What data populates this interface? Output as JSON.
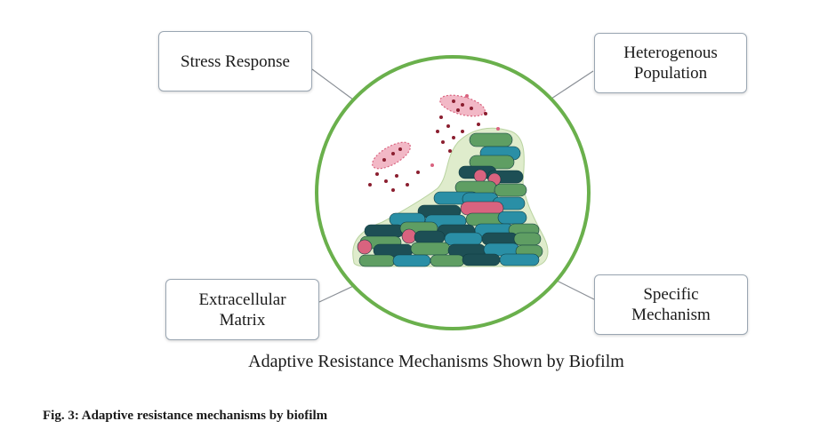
{
  "mechanisms": {
    "stress_response": "Stress Response",
    "heterogenous_population": "Heterogenous\nPopulation",
    "extracellular_matrix": "Extracellular\nMatrix",
    "specific_mechanism": "Specific\nMechanism"
  },
  "diagram_title": "Adaptive Resistance Mechanisms Shown by Biofilm",
  "figure_caption": "Fig. 3: Adaptive resistance mechanisms by biofilm",
  "colors": {
    "circle": "#6ab04c",
    "teal": "#2a8fa6",
    "dark_teal": "#1d4f55",
    "green": "#5f9e63",
    "pink": "#d9637f",
    "matrix": "#dfeccc"
  }
}
